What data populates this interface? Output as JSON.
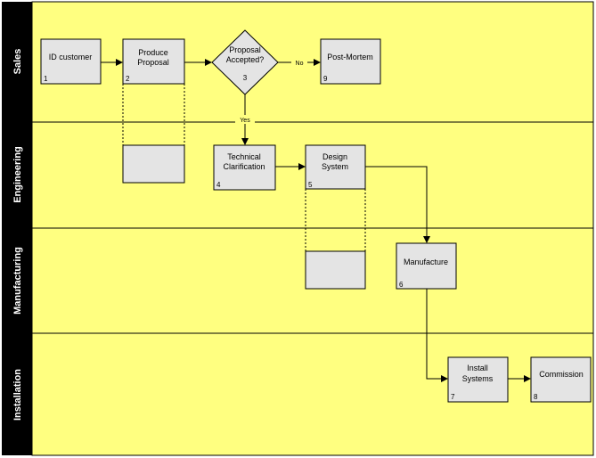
{
  "colors": {
    "lane_fill": "#ffff80",
    "header_fill": "#000000",
    "box_fill": "#e4e4e4",
    "line": "#000000"
  },
  "lanes": [
    "Sales",
    "Engineering",
    "Manufacturing",
    "Installation"
  ],
  "steps": {
    "id_customer": {
      "label": "ID customer",
      "num": "1"
    },
    "produce_proposal": {
      "line1": "Produce",
      "line2": "Proposal",
      "num": "2"
    },
    "proposal_accepted": {
      "line1": "Proposal",
      "line2": "Accepted?",
      "num": "3"
    },
    "technical_clarification": {
      "line1": "Technical",
      "line2": "Clarification",
      "num": "4"
    },
    "design_system": {
      "line1": "Design",
      "line2": "System",
      "num": "5"
    },
    "manufacture": {
      "label": "Manufacture",
      "num": "6"
    },
    "install_systems": {
      "line1": "Install",
      "line2": "Systems",
      "num": "7"
    },
    "commission": {
      "label": "Commission",
      "num": "8"
    },
    "post_mortem": {
      "label": "Post-Mortem",
      "num": "9"
    }
  },
  "edge_labels": {
    "no": "No",
    "yes": "Yes"
  }
}
